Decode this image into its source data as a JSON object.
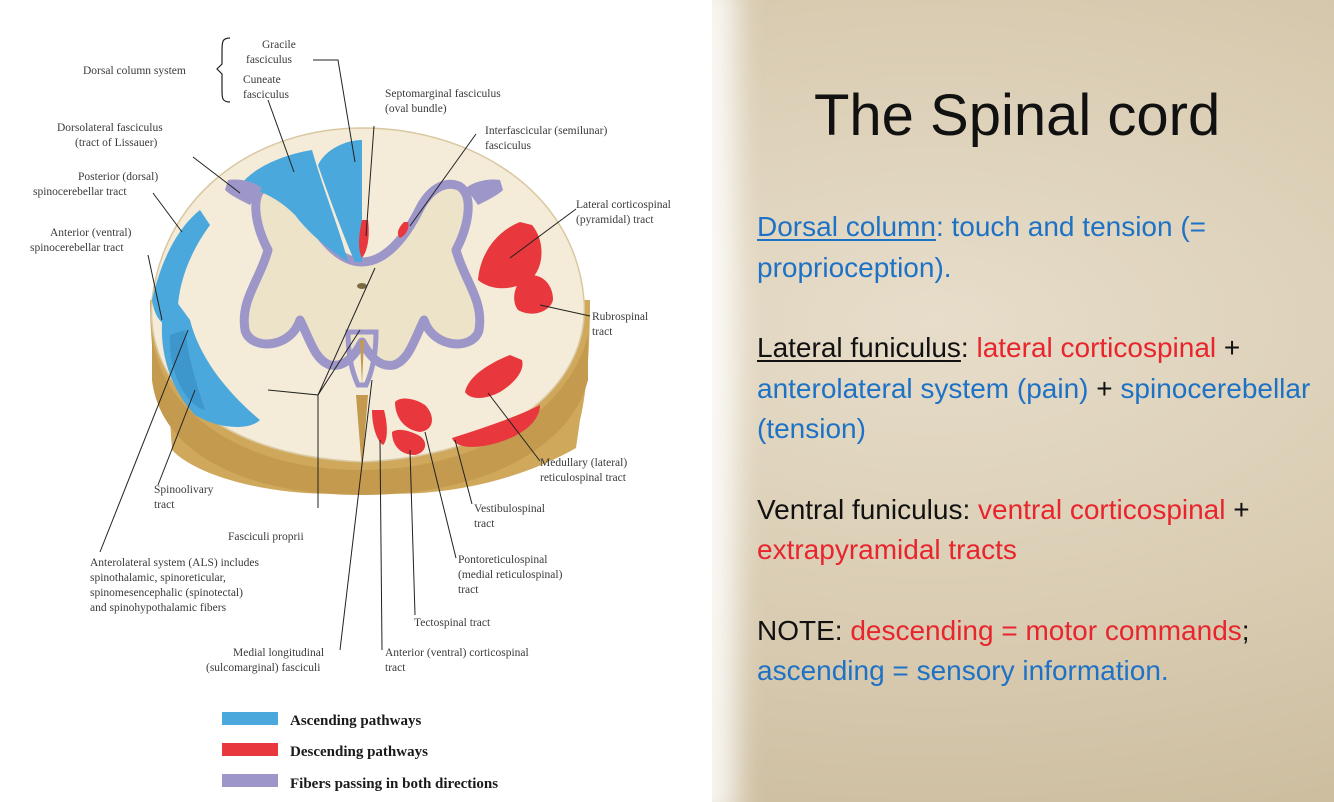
{
  "title": "The Spinal cord",
  "colors": {
    "ascending": "#4ba8dc",
    "descending": "#e8383d",
    "both": "#9d96c9",
    "text_blue": "#1d72c6",
    "text_red": "#e8252c"
  },
  "diagram": {
    "labels": {
      "dorsal_column_system": "Dorsal column system",
      "gracile_1": "Gracile",
      "gracile_2": "fasciculus",
      "cuneate_1": "Cuneate",
      "cuneate_2": "fasciculus",
      "septomarginal_1": "Septomarginal fasciculus",
      "septomarginal_2": "(oval bundle)",
      "interfascicular_1": "Interfascicular (semilunar)",
      "interfascicular_2": "fasciculus",
      "dorsolateral_1": "Dorsolateral fasciculus",
      "dorsolateral_2": "(tract of Lissauer)",
      "post_spinocerebellar_1": "Posterior (dorsal)",
      "post_spinocerebellar_2": "spinocerebellar tract",
      "ant_spinocerebellar_1": "Anterior (ventral)",
      "ant_spinocerebellar_2": "spinocerebellar tract",
      "lateral_corticospinal_1": "Lateral corticospinal",
      "lateral_corticospinal_2": "(pyramidal) tract",
      "rubrospinal_1": "Rubrospinal",
      "rubrospinal_2": "tract",
      "medullary_1": "Medullary (lateral)",
      "medullary_2": "reticulospinal tract",
      "vestibulospinal_1": "Vestibulospinal",
      "vestibulospinal_2": "tract",
      "pontoreticulospinal_1": "Pontoreticulospinal",
      "pontoreticulospinal_2": "(medial reticulospinal)",
      "pontoreticulospinal_3": "tract",
      "tectospinal": "Tectospinal tract",
      "ant_corticospinal_1": "Anterior (ventral) corticospinal",
      "ant_corticospinal_2": "tract",
      "medial_longitudinal_1": "Medial longitudinal",
      "medial_longitudinal_2": "(sulcomarginal) fasciculi",
      "als_1": "Anterolateral system (ALS) includes",
      "als_2": "spinothalamic, spinoreticular,",
      "als_3": "spinomesencephalic (spinotectal)",
      "als_4": "and spinohypothalamic fibers",
      "fasciculi_proprii": "Fasciculi proprii",
      "spinoolivary_1": "Spinoolivary",
      "spinoolivary_2": "tract"
    },
    "legend": [
      {
        "label": "Ascending pathways",
        "color": "#4ba8dc"
      },
      {
        "label": "Descending pathways",
        "color": "#e8383d"
      },
      {
        "label": "Fibers passing in both directions",
        "color": "#9d96c9"
      }
    ]
  },
  "notes": {
    "dorsal_term": "Dorsal column",
    "dorsal_rest": ": touch and tension (= proprioception).",
    "lateral_term": "Lateral funiculus",
    "lateral_colon": ": ",
    "lateral_red": "lateral corticospinal",
    "plus1": " + ",
    "lateral_blue1": "anterolateral system (pain)",
    "plus2": " + ",
    "lateral_blue2": "spinocerebellar (tension)",
    "ventral_term": "Ventral funiculus: ",
    "ventral_red1": "ventral corticospinal",
    "plus3": " + ",
    "ventral_red2": "extrapyramidal tracts",
    "note_term": "NOTE: ",
    "note_red": "descending = motor commands",
    "note_sep": "; ",
    "note_blue": "ascending = sensory information."
  }
}
